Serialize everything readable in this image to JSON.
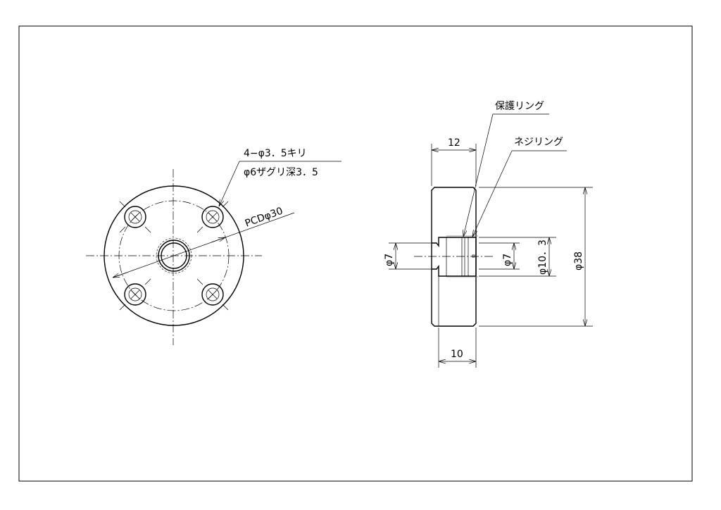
{
  "front_view": {
    "hole_note_line1": "4−φ3．5キリ",
    "hole_note_line2": "φ6ザグリ深3．5",
    "pcd_label": "PCDφ30"
  },
  "side_view": {
    "protective_ring_label": "保護リング",
    "screw_ring_label": "ネジリング",
    "dim_width_total": "12",
    "dim_width_body": "10",
    "dim_left_diameter": "φ7",
    "dim_right_diameter": "φ7",
    "dim_hub_diameter": "φ10．3",
    "dim_outer_diameter": "φ38"
  }
}
